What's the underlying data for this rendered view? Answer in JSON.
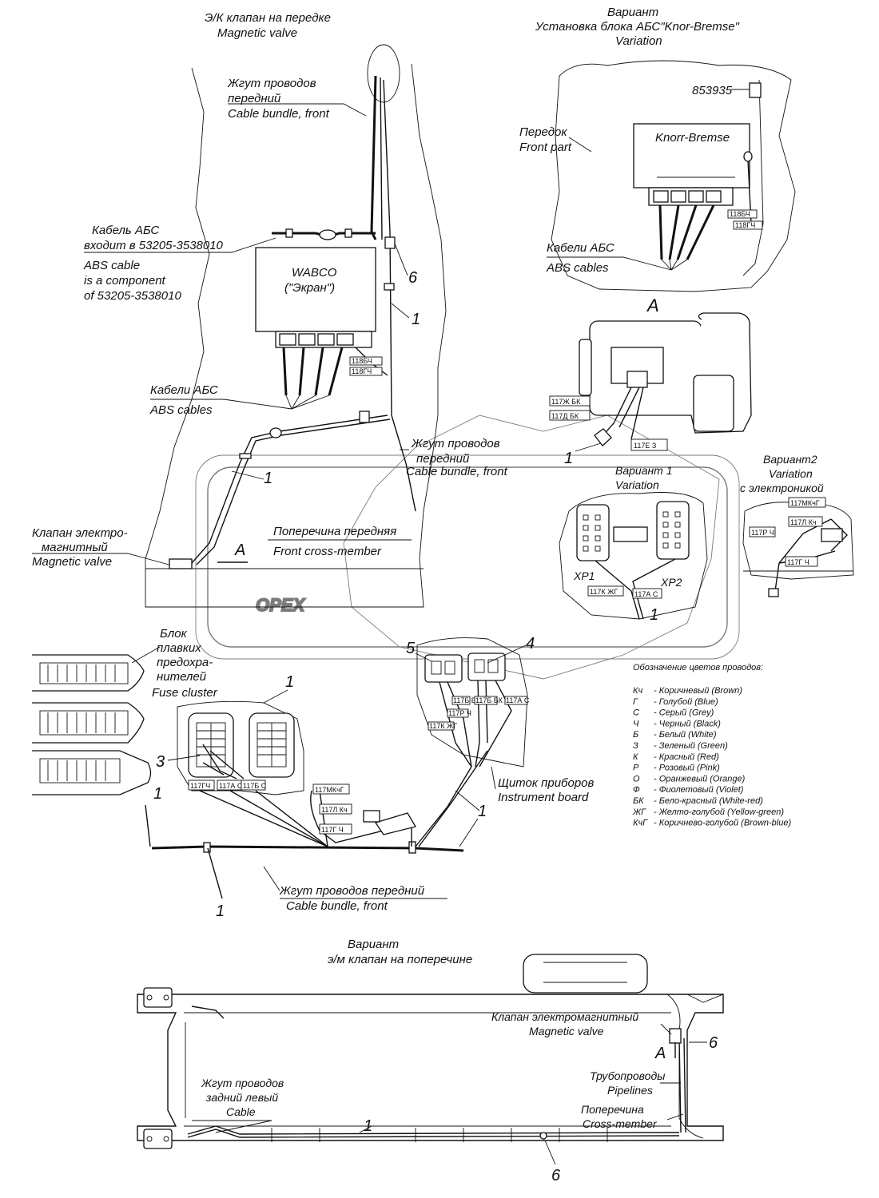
{
  "labels": {
    "ek_valve_ru": "Э/К клапан на передке",
    "ek_valve_en": "Magnetic valve",
    "variant_top_ru": "Вариант",
    "knorr_install_ru": "Установка блока АБС\"Knor-Bremse\"",
    "variation_top": "Variation",
    "part_853935": "853935",
    "front_part_ru": "Передок",
    "front_part_en": "Front part",
    "knorr_bremse": "Knorr-Bremse",
    "abs_cables_ru_right": "Кабели АБС",
    "abs_cables_en_right": "ABS cables",
    "bundle_front_ru_1": "Жгут проводов",
    "bundle_front_ru_2": "передний",
    "bundle_front_en": "Cable bundle, front",
    "abs_cable_ru_1": "Кабель АБС",
    "abs_cable_ru_2": "входит в 53205-3538010",
    "abs_cable_en_1": "ABS cable",
    "abs_cable_en_2": "is a component",
    "abs_cable_en_3": "of 53205-3538010",
    "wabco": "WABCO",
    "ekran": "(\"Экран\")",
    "abs_cables_ru_left": "Кабели АБС",
    "abs_cables_en_left": "ABS cables",
    "view_a": "A",
    "bundle2_ru_1": "Жгут проводов",
    "bundle2_ru_2": "передний",
    "bundle2_en": "Cable bundle, front",
    "variant1_ru": "Вариант 1",
    "variant1_en": "Variation",
    "variant2_ru": "Вариант2",
    "variant2_en": "Variation",
    "variant2_ru_2": "с электроникой",
    "valve_ru_1": "Клапан электро-",
    "valve_ru_2": "магнитный",
    "valve_en": "Magnetic valve",
    "crossmember_ru": "Поперечина передняя",
    "crossmember_en": "Front cross-member",
    "xp1": "XP1",
    "xp2": "XP2",
    "fuse_ru_1": "Блок",
    "fuse_ru_2": "плавких",
    "fuse_ru_3": "предохра-",
    "fuse_ru_4": "нителей",
    "fuse_en": "Fuse cluster",
    "instrument_ru": "Щиток приборов",
    "instrument_en": "Instrument board",
    "bundle3_ru": "Жгут проводов передний",
    "bundle3_en": "Cable bundle, front",
    "colors_title": "Обозначение цветов проводов:",
    "variant_bottom_ru": "Вариант",
    "variant_bottom_ru_2": "э/м клапан на поперечине",
    "valve_bottom_ru": "Клапан электромагнитный",
    "valve_bottom_en": "Magnetic valve",
    "pipelines_ru": "Трубопроводы",
    "pipelines_en": "Pipelines",
    "cross_bottom_ru": "Поперечина",
    "cross_bottom_en": "Cross-member",
    "rear_bundle_ru_1": "Жгут проводов",
    "rear_bundle_ru_2": "задний левый",
    "rear_bundle_en": "Cable",
    "watermark": "OPEX"
  },
  "callouts": {
    "n1": "1",
    "n3": "3",
    "n4": "4",
    "n5": "5",
    "n6": "6"
  },
  "wire_tags": {
    "t118bch": "118БЧ",
    "t118ch": "118ГЧ",
    "t118ch_r": "118БЧ",
    "t118ch_r2": "118ГЧ",
    "t117zhbk": "117Ж БК",
    "t117dbk": "117Д БК",
    "t117e3": "117Е  З",
    "t117mkch": "117МКчГ",
    "t117lku": "117Л Кч",
    "t117pch": "117Р Ч",
    "t117gch": "117Г Ч",
    "t117kzhg": "117К ЖГ",
    "t117ac": "117А С",
    "t117bk": "117Б БК",
    "t117gch2": "117ГЧ",
    "t117bch": "117Б БК",
    "t117kzh": "117К ЖГ",
    "t117ac2": "117А С",
    "t117pc": "117Р Ч",
    "t117ac3": "117А С",
    "t117bc": "117Б С",
    "t117mkch2": "117МКчГ",
    "t117lkch2": "117Л Кч",
    "t117gch3": "117Г Ч"
  },
  "color_legend": [
    {
      "code": "Кч",
      "text": "- Коричневый (Brown)"
    },
    {
      "code": "Г",
      "text": "- Голубой (Blue)"
    },
    {
      "code": "С",
      "text": "- Серый (Grey)"
    },
    {
      "code": "Ч",
      "text": "- Черный (Black)"
    },
    {
      "code": "Б",
      "text": "- Белый (White)"
    },
    {
      "code": "З",
      "text": "- Зеленый (Green)"
    },
    {
      "code": "К",
      "text": "- Красный (Red)"
    },
    {
      "code": "Р",
      "text": "- Розовый (Pink)"
    },
    {
      "code": "О",
      "text": "- Оранжевый (Orange)"
    },
    {
      "code": "Ф",
      "text": "- Фиолетовый (Violet)"
    },
    {
      "code": "БК",
      "text": "- Бело-красный (White-red)"
    },
    {
      "code": "ЖГ",
      "text": "- Желто-голубой (Yellow-green)"
    },
    {
      "code": "КчГ",
      "text": "- Коричнево-голубой (Brown-blue)"
    }
  ]
}
